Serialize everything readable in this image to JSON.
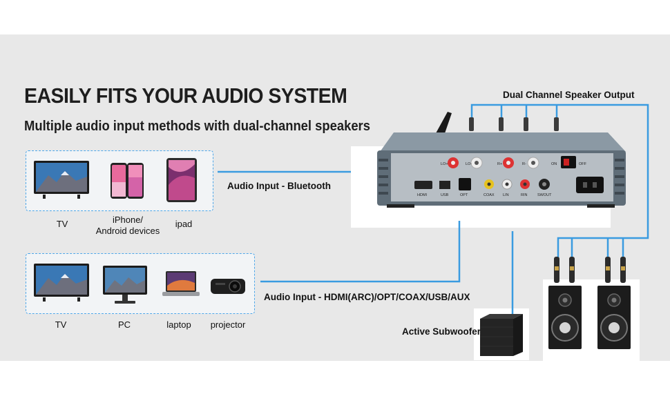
{
  "title": "EASILY FITS YOUR AUDIO SYSTEM",
  "subtitle": "Multiple audio input methods with dual-channel speakers",
  "bluetooth_group": {
    "devices": [
      {
        "label": "TV",
        "icon": "tv-icon"
      },
      {
        "label": "iPhone/\nAndroid devices",
        "icon": "smartphones-icon"
      },
      {
        "label": "ipad",
        "icon": "tablet-icon"
      }
    ]
  },
  "wired_group": {
    "devices": [
      {
        "label": "TV",
        "icon": "tv-icon"
      },
      {
        "label": "PC",
        "icon": "monitor-icon"
      },
      {
        "label": "laptop",
        "icon": "laptop-icon"
      },
      {
        "label": "projector",
        "icon": "projector-icon"
      }
    ]
  },
  "connections": {
    "bluetooth": "Audio Input - Bluetooth",
    "wired": "Audio Input - HDMI(ARC)/OPT/COAX/USB/AUX",
    "speaker_output": "Dual Channel Speaker Output",
    "subwoofer": "Active Subwoofer"
  },
  "amplifier": {
    "port_labels": [
      "HDMI",
      "USB",
      "OPT",
      "COAX",
      "LIN",
      "RIN",
      "SWOUT"
    ],
    "terminal_labels": [
      "LO+",
      "LO-",
      "R+",
      "R-"
    ],
    "switch_labels": [
      "ON",
      "OFF"
    ]
  },
  "colors": {
    "wire": "#3a9be0",
    "dashed_border": "#4da6e8",
    "panel": "#e8e8e8",
    "amp_body": "#5f6d78"
  }
}
